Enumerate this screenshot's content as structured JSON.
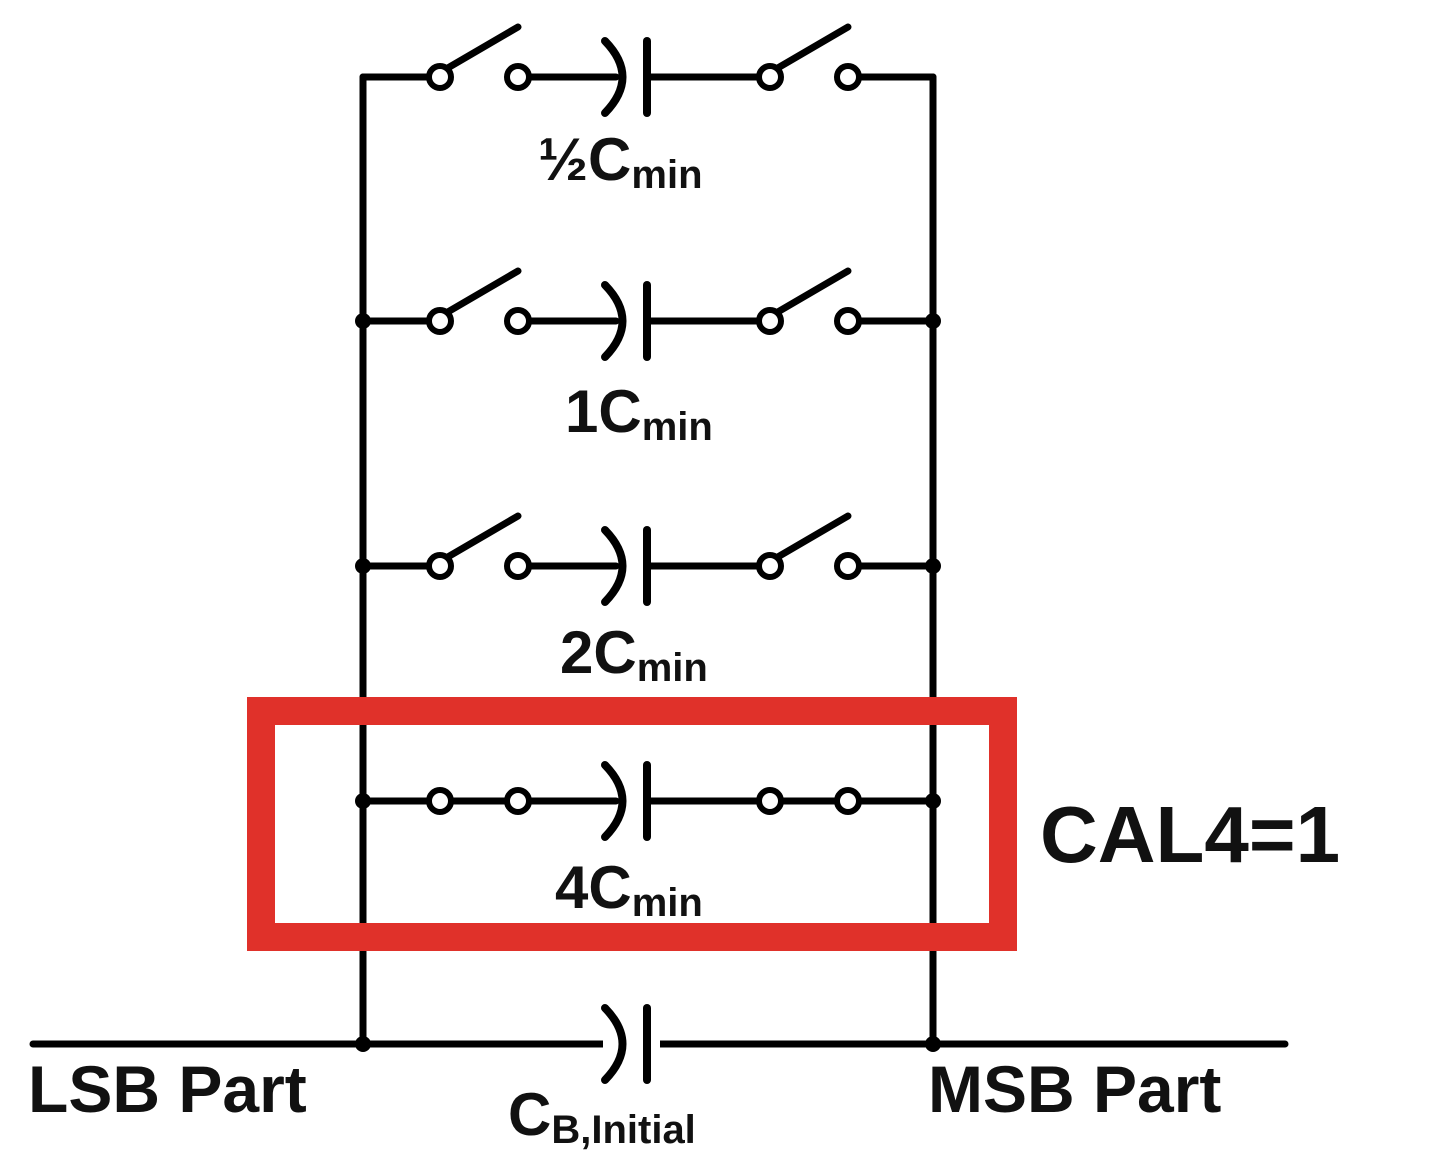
{
  "capacitors": [
    {
      "coef": "½",
      "base": "C",
      "sub": "min",
      "switch_state": "open"
    },
    {
      "coef": "1",
      "base": "C",
      "sub": "min",
      "switch_state": "open"
    },
    {
      "coef": "2",
      "base": "C",
      "sub": "min",
      "switch_state": "open"
    },
    {
      "coef": "4",
      "base": "C",
      "sub": "min",
      "switch_state": "closed"
    }
  ],
  "bridge_cap": {
    "base": "C",
    "sub": "B,Initial"
  },
  "ports": {
    "left": "LSB Part",
    "right": "MSB Part"
  },
  "cal_label": "CAL4=1",
  "highlight_color": "#e0312a"
}
